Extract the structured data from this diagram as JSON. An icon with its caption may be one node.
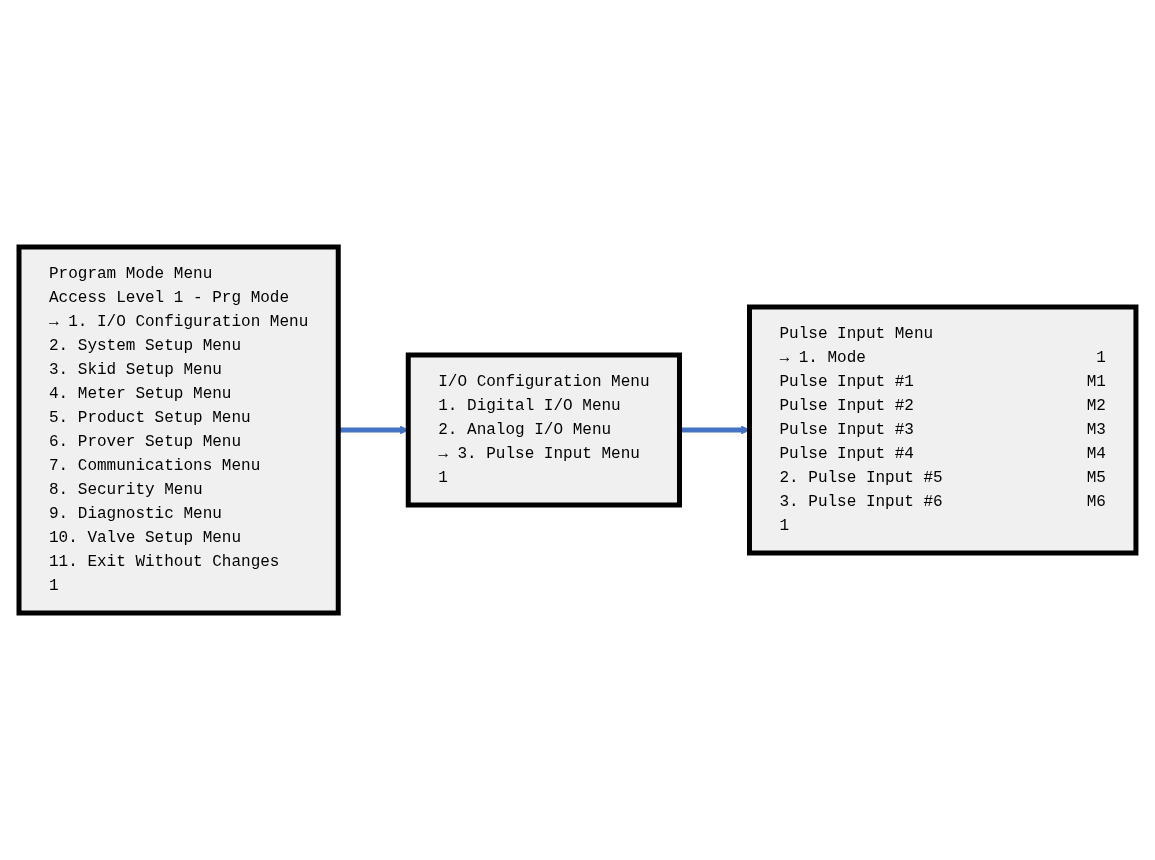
{
  "diagram": {
    "nodes": [
      {
        "text": [
          "Program Mode Menu",
          "Access Level 1 - Prg Mode",
          "→ 1. I/O Configuration Menu",
          "2. System Setup Menu",
          "3. Skid Setup Menu",
          "4. Meter Setup Menu",
          "5. Product Setup Menu",
          "6. Prover Setup Menu",
          "7. Communications Menu",
          "8. Security Menu",
          "9. Diagnostic Menu",
          "10. Valve Setup Menu",
          "11. Exit Without Changes",
          "1"
        ]
      },
      {
        "text": [
          "I/O Configuration Menu",
          "1. Digital I/O Menu",
          "2. Analog I/O Menu",
          "→ 3. Pulse Input Menu",
          "1"
        ]
      },
      {
        "text": [
          "Pulse Input Menu",
          "→ 1. Mode",
          "1",
          "Pulse Input #1",
          "M1",
          "Pulse Input #2",
          "M2",
          "Pulse Input #3",
          "M3",
          "Pulse Input #4",
          "M4",
          "2. Pulse Input #5",
          "M5",
          "3. Pulse Input #6",
          "M6",
          "1"
        ]
      }
    ],
    "edges": [
      {
        "from": 0,
        "to": 1,
        "arrow": "to"
      },
      {
        "from": 1,
        "to": 2,
        "arrow": "to"
      }
    ]
  }
}
